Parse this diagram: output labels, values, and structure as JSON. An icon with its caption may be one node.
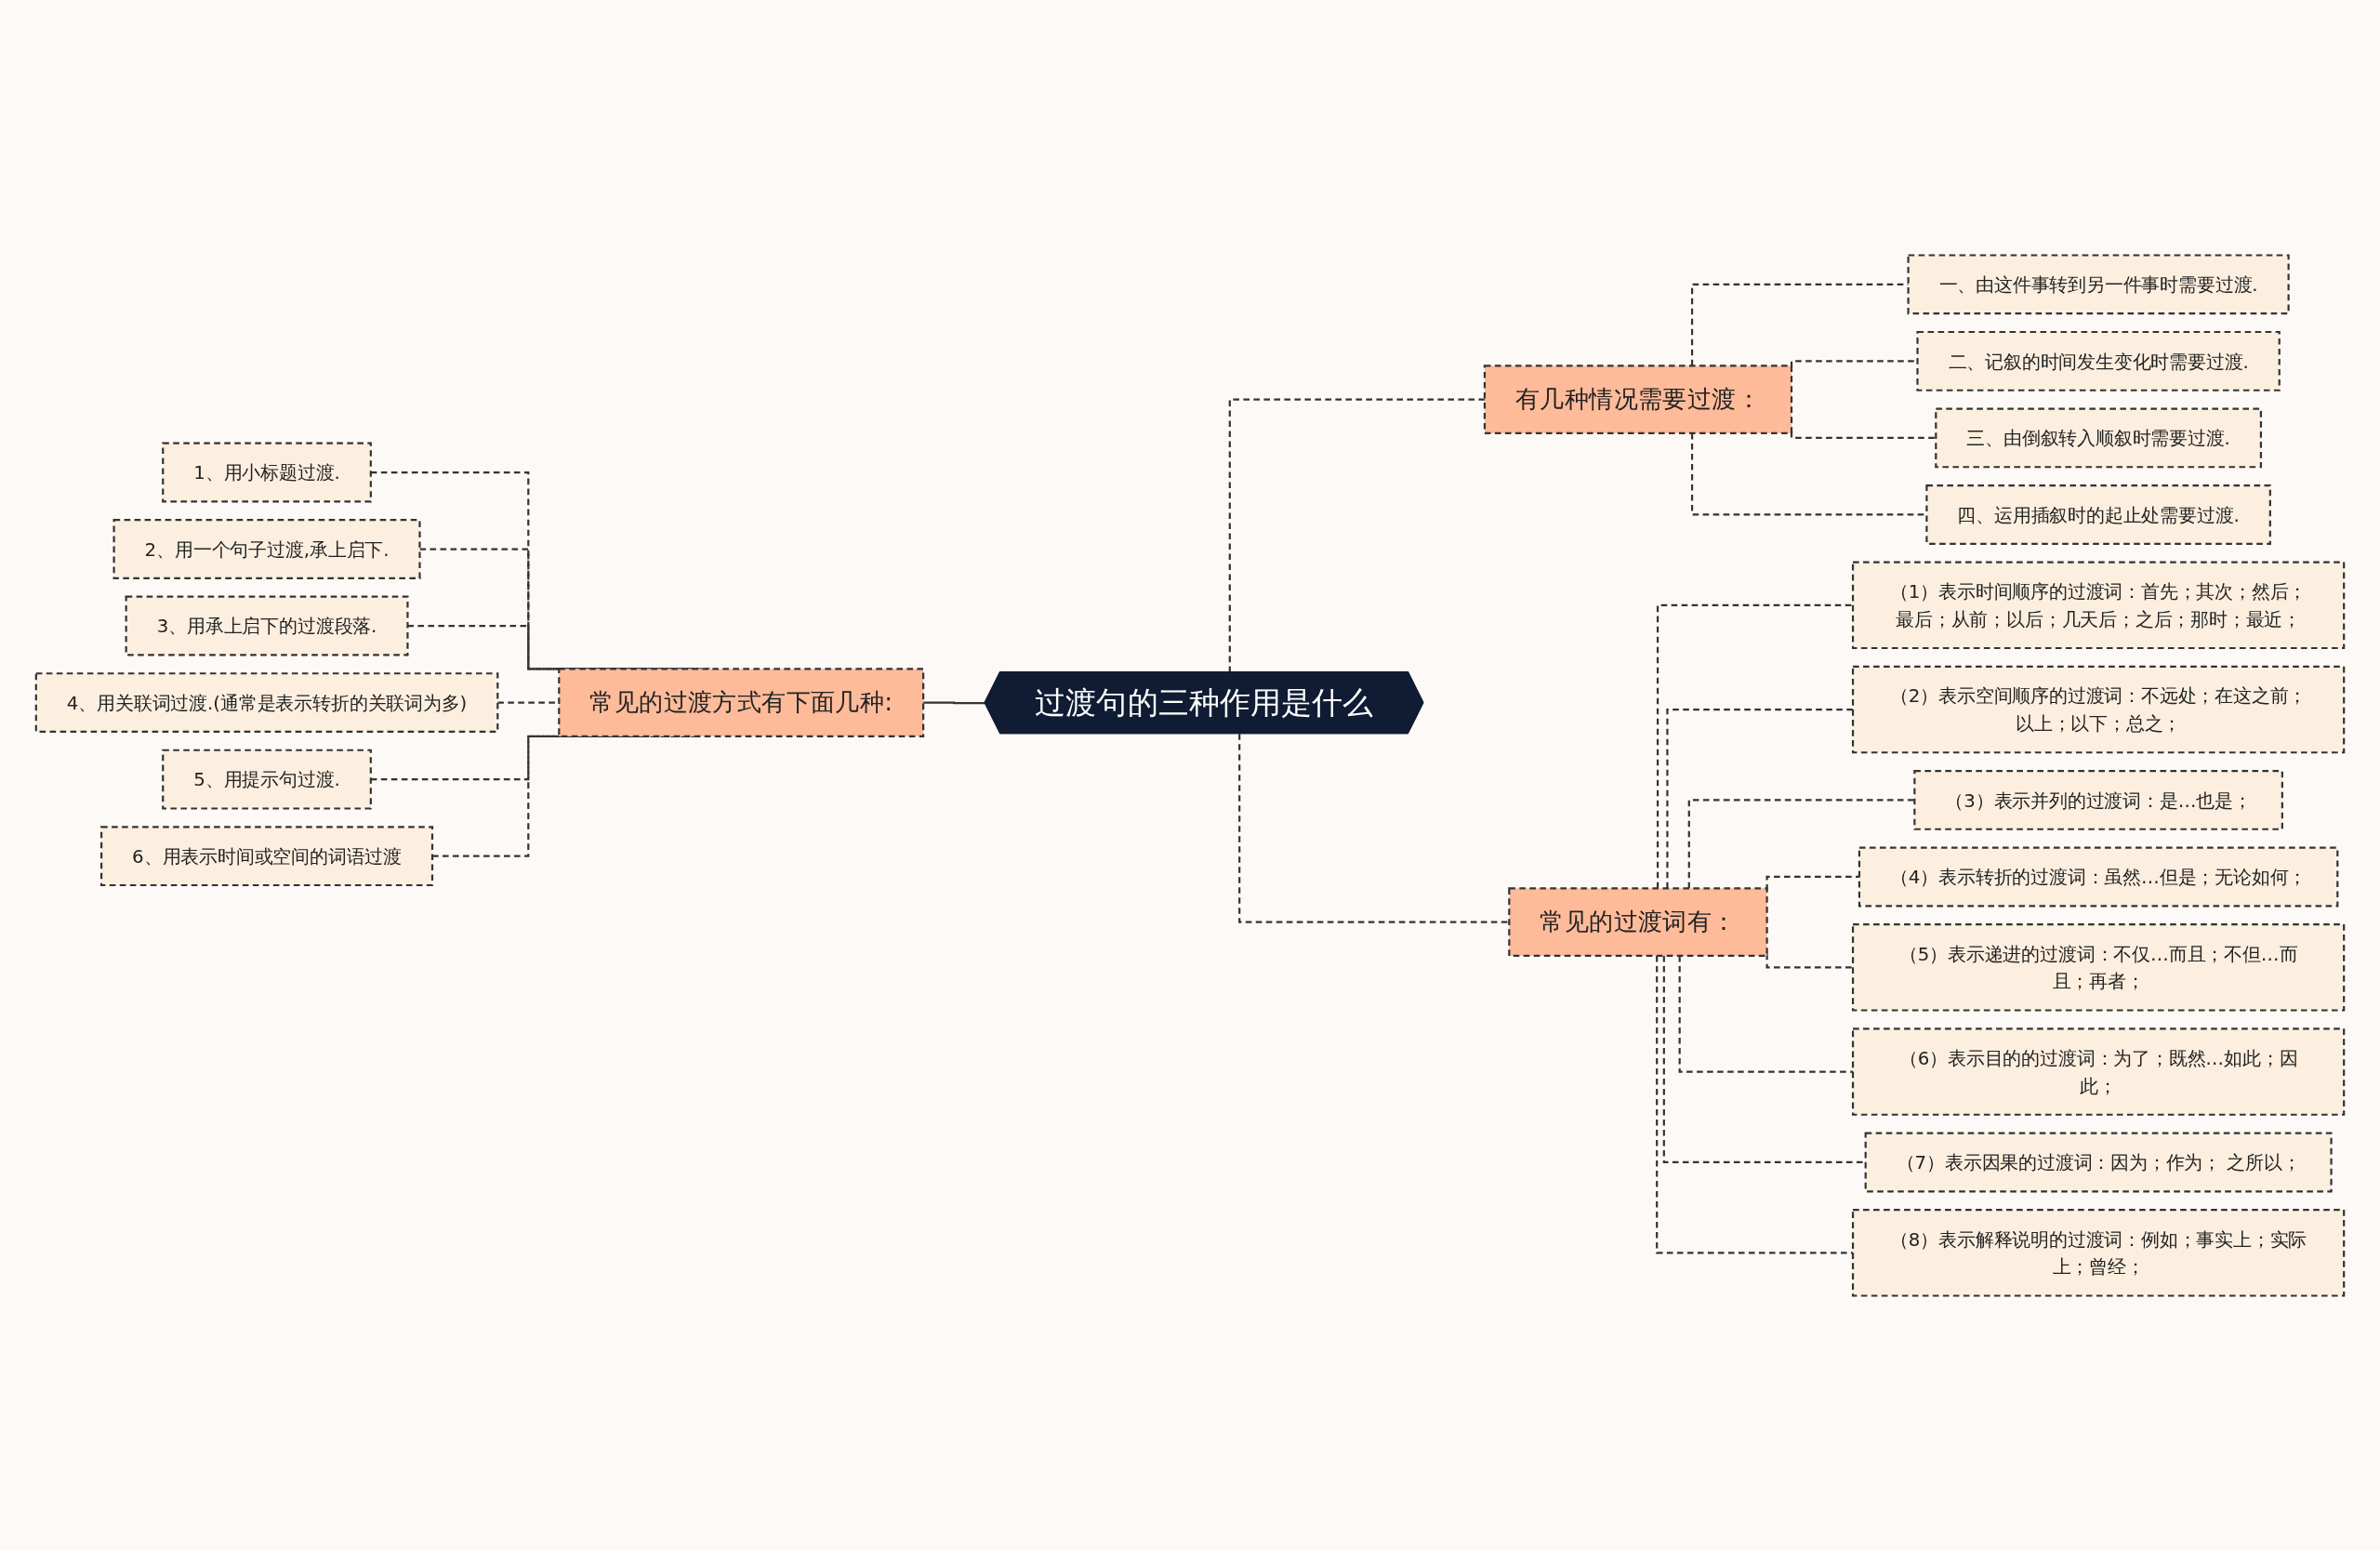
{
  "diagram": {
    "nodes": [
      {
        "text": [
          "过渡句的三种作用是什么"
        ]
      },
      {
        "text": [
          "常见的过渡方式有下面几种:"
        ]
      },
      {
        "text": [
          "1、用小标题过渡."
        ]
      },
      {
        "text": [
          "2、用一个句子过渡,承上启下."
        ]
      },
      {
        "text": [
          "3、用承上启下的过渡段落."
        ]
      },
      {
        "text": [
          "4、用关联词过渡.(通常是表示转折的关联词为多)"
        ]
      },
      {
        "text": [
          "5、用提示句过渡."
        ]
      },
      {
        "text": [
          "6、用表示时间或空间的词语过渡"
        ]
      },
      {
        "text": [
          "有几种情况需要过渡："
        ]
      },
      {
        "text": [
          "一、由这件事转到另一件事时需要过渡."
        ]
      },
      {
        "text": [
          "二、记叙的时间发生变化时需要过渡."
        ]
      },
      {
        "text": [
          "三、由倒叙转入顺叙时需要过渡."
        ]
      },
      {
        "text": [
          "四、运用插叙时的起止处需要过渡."
        ]
      },
      {
        "text": [
          "常见的过渡词有："
        ]
      },
      {
        "text": [
          "（1）表示时间顺序的过渡词：首先；其次；然后；最后；从前；以后；几天后；之后；那时；最近；"
        ]
      },
      {
        "text": [
          "（2）表示空间顺序的过渡词：不远处；在这之前；以上；以下；总之；"
        ]
      },
      {
        "text": [
          "（3）表示并列的过渡词：是…也是；"
        ]
      },
      {
        "text": [
          "（4）表示转折的过渡词：虽然…但是；无论如何；"
        ]
      },
      {
        "text": [
          "（5）表示递进的过渡词：不仅…而且；不但…而且；再者；"
        ]
      },
      {
        "text": [
          "（6）表示目的的过渡词：为了；既然…如此；因此；"
        ]
      },
      {
        "text": [
          "（7）表示因果的过渡词：因为；作为； 之所以；"
        ]
      },
      {
        "text": [
          "（8）表示解释说明的过渡词：例如；事实上；实际上；曾经；"
        ]
      }
    ],
    "edges": [
      {
        "from": 0,
        "to": 1,
        "arrow": "none"
      },
      {
        "from": 1,
        "to": 2,
        "arrow": "none",
        "style": "dashed"
      },
      {
        "from": 1,
        "to": 3,
        "arrow": "none",
        "style": "dashed"
      },
      {
        "from": 1,
        "to": 4,
        "arrow": "none",
        "style": "dashed"
      },
      {
        "from": 1,
        "to": 5,
        "arrow": "none",
        "style": "dashed"
      },
      {
        "from": 1,
        "to": 6,
        "arrow": "none",
        "style": "dashed"
      },
      {
        "from": 1,
        "to": 7,
        "arrow": "none",
        "style": "dashed"
      },
      {
        "from": 0,
        "to": 8,
        "arrow": "none",
        "style": "dashed"
      },
      {
        "from": 8,
        "to": 9,
        "arrow": "none",
        "style": "dashed"
      },
      {
        "from": 8,
        "to": 10,
        "arrow": "none",
        "style": "dashed"
      },
      {
        "from": 8,
        "to": 11,
        "arrow": "none",
        "style": "dashed"
      },
      {
        "from": 8,
        "to": 12,
        "arrow": "none",
        "style": "dashed"
      },
      {
        "from": 0,
        "to": 13,
        "arrow": "none",
        "style": "dashed"
      },
      {
        "from": 13,
        "to": 14,
        "arrow": "none",
        "style": "dashed"
      },
      {
        "from": 13,
        "to": 15,
        "arrow": "none",
        "style": "dashed"
      },
      {
        "from": 13,
        "to": 16,
        "arrow": "none",
        "style": "dashed"
      },
      {
        "from": 13,
        "to": 17,
        "arrow": "none",
        "style": "dashed"
      },
      {
        "from": 13,
        "to": 18,
        "arrow": "none",
        "style": "dashed"
      },
      {
        "from": 13,
        "to": 19,
        "arrow": "none",
        "style": "dashed"
      },
      {
        "from": 13,
        "to": 20,
        "arrow": "none",
        "style": "dashed"
      },
      {
        "from": 13,
        "to": 21,
        "arrow": "none",
        "style": "dashed"
      }
    ]
  }
}
